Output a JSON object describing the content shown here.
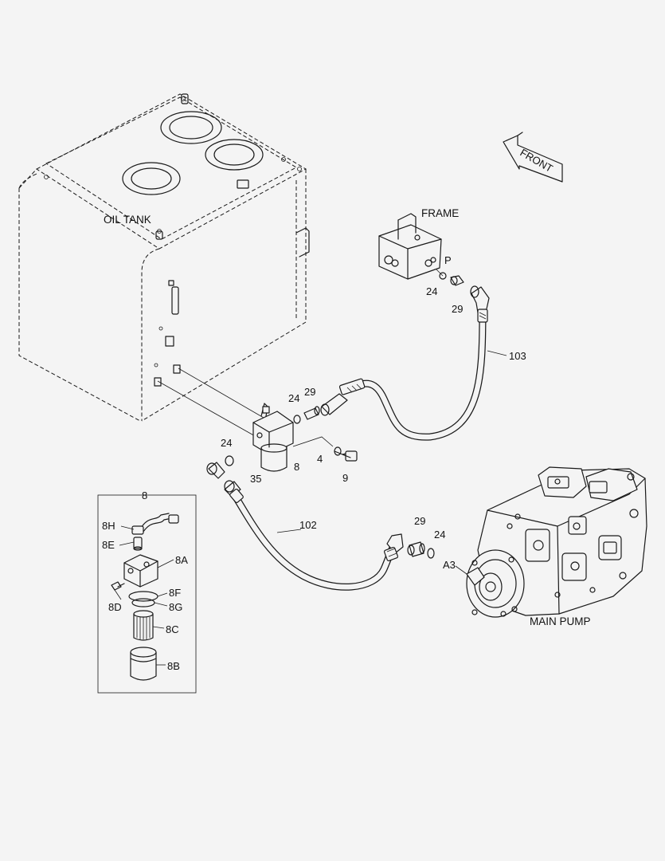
{
  "labels": {
    "oil_tank": "OIL TANK",
    "frame": "FRAME",
    "front": "FRONT",
    "main_pump": "MAIN PUMP",
    "port_p": "P",
    "port_a3": "A3",
    "hose_103": "103",
    "hose_102": "102",
    "seal_24_frame": "24",
    "adapter_29_frame": "29",
    "seal_24_filter": "24",
    "adapter_29_filter": "29",
    "seal_24_left": "24",
    "washer_4": "4",
    "filter_8": "8",
    "bolt_9": "9",
    "elbow_35": "35",
    "adapter_29_pump": "29",
    "seal_24_pump": "24"
  },
  "detail": {
    "title": "8",
    "items": {
      "8H": "8H",
      "8E": "8E",
      "8A": "8A",
      "8F": "8F",
      "8D": "8D",
      "8G": "8G",
      "8C": "8C",
      "8B": "8B"
    }
  }
}
